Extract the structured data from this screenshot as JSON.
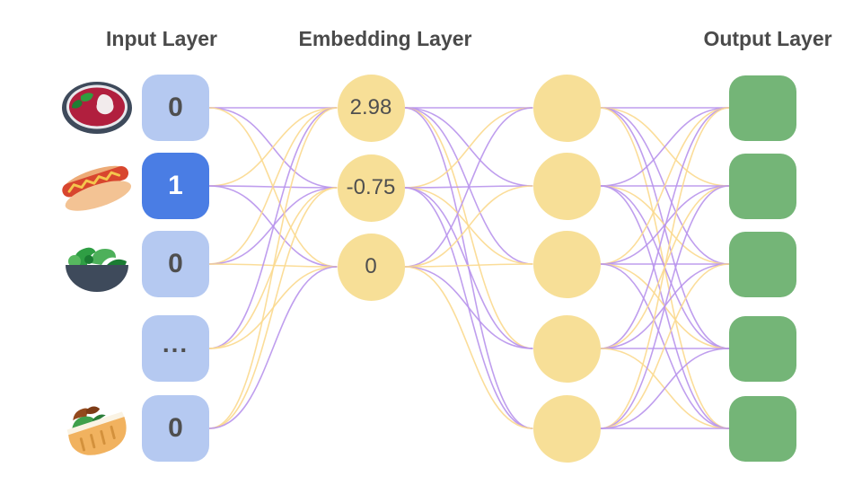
{
  "diagram": {
    "titles": {
      "input": "Input Layer",
      "embedding": "Embedding Layer",
      "output": "Output Layer"
    },
    "input_nodes": [
      {
        "icon": "soup-bowl-icon",
        "value": "0",
        "active": false
      },
      {
        "icon": "hot-dog-icon",
        "value": "1",
        "active": true
      },
      {
        "icon": "salad-icon",
        "value": "0",
        "active": false
      },
      {
        "icon": "",
        "value": "...",
        "active": false
      },
      {
        "icon": "pita-icon",
        "value": "0",
        "active": false
      }
    ],
    "embedding_nodes": [
      {
        "value": "2.98"
      },
      {
        "value": "-0.75"
      },
      {
        "value": "0"
      }
    ],
    "hidden_nodes": [
      "",
      "",
      "",
      "",
      ""
    ],
    "output_nodes": [
      "",
      "",
      "",
      "",
      ""
    ],
    "colors": {
      "node_input": "#b5c9f1",
      "node_input_active": "#4a7de4",
      "node_embedding": "#f7df97",
      "node_hidden": "#f7df97",
      "node_output": "#74b577",
      "edge_purple": "#b893ec",
      "edge_yellow": "#fbd98e",
      "title_text": "#4a4a4a",
      "value_text": "#4f4f4f",
      "value_text_active": "#ffffff"
    },
    "edges": {
      "input_to_embedding": [
        [
          "p",
          "p",
          "y"
        ],
        [
          "y",
          "p",
          "p"
        ],
        [
          "y",
          "p",
          "y"
        ],
        [
          "p",
          "y",
          "y"
        ],
        [
          "y",
          "y",
          "p"
        ]
      ],
      "embedding_to_hidden": [
        [
          "p",
          "p",
          "p",
          "y",
          "p"
        ],
        [
          "y",
          "p",
          "y",
          "p",
          "p"
        ],
        [
          "p",
          "y",
          "y",
          "p",
          "y"
        ]
      ],
      "hidden_to_output": [
        [
          "p",
          "y",
          "p",
          "p",
          "y"
        ],
        [
          "p",
          "p",
          "y",
          "p",
          "p"
        ],
        [
          "y",
          "p",
          "p",
          "y",
          "p"
        ],
        [
          "p",
          "y",
          "p",
          "p",
          "y"
        ],
        [
          "y",
          "p",
          "y",
          "p",
          "p"
        ]
      ]
    }
  }
}
